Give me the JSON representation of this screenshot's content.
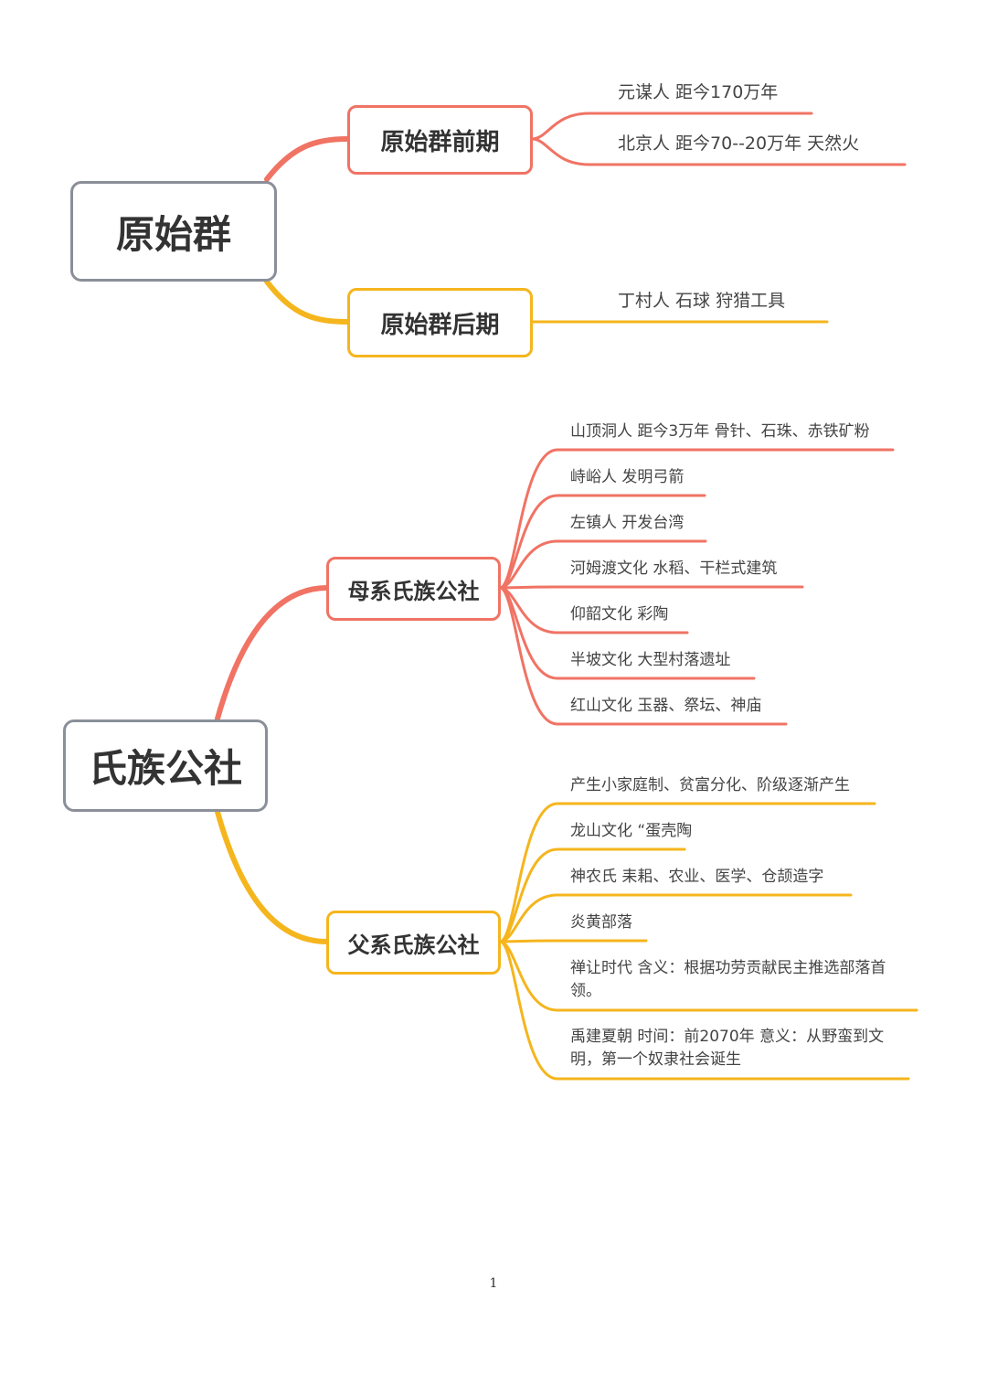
{
  "colors": {
    "red": "#f07364",
    "yellow": "#f5b51d",
    "root_border": "#8a8f99"
  },
  "maps": [
    {
      "root": "原始群",
      "branches": [
        {
          "title": "原始群前期",
          "color": "red",
          "leaves": [
            "元谋人  距今170万年",
            "北京人  距今70--20万年  天然火"
          ]
        },
        {
          "title": "原始群后期",
          "color": "yellow",
          "leaves": [
            "丁村人  石球  狩猎工具"
          ]
        }
      ]
    },
    {
      "root": "氏族公社",
      "branches": [
        {
          "title": "母系氏族公社",
          "color": "red",
          "leaves": [
            "山顶洞人 距今3万年 骨针、石珠、赤铁矿粉",
            "峙峪人  发明弓箭",
            "左镇人  开发台湾",
            "河姆渡文化  水稻、干栏式建筑",
            "仰韶文化  彩陶",
            "半坡文化  大型村落遗址",
            "红山文化  玉器、祭坛、神庙"
          ]
        },
        {
          "title": "父系氏族公社",
          "color": "yellow",
          "leaves": [
            "产生小家庭制、贫富分化、阶级逐渐产生",
            "龙山文化 “蛋壳陶",
            "神农氏  耒耜、农业、医学、仓颉造字",
            "炎黄部落",
            "禅让时代  含义：根据功劳贡献民主推选部落首领。",
            "禹建夏朝 时间：前2070年  意义：从野蛮到文明，第一个奴隶社会诞生"
          ]
        }
      ]
    }
  ],
  "page_number": "1"
}
